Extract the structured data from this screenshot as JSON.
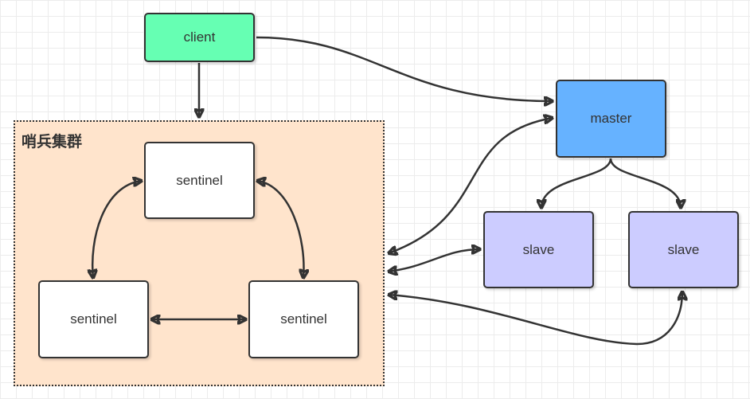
{
  "diagram": {
    "group": {
      "label": "哨兵集群",
      "fill": "#ffe4cc"
    },
    "nodes": {
      "client": {
        "label": "client",
        "fill": "#66ffb3"
      },
      "master": {
        "label": "master",
        "fill": "#66b2ff"
      },
      "slave1": {
        "label": "slave",
        "fill": "#ccccff"
      },
      "slave2": {
        "label": "slave",
        "fill": "#ccccff"
      },
      "sentinel_top": {
        "label": "sentinel",
        "fill": "#ffffff"
      },
      "sentinel_left": {
        "label": "sentinel",
        "fill": "#ffffff"
      },
      "sentinel_right": {
        "label": "sentinel",
        "fill": "#ffffff"
      }
    },
    "edges": [
      {
        "from": "client",
        "to": "sentinel_group",
        "direction": "forward"
      },
      {
        "from": "client",
        "to": "master",
        "direction": "forward"
      },
      {
        "from": "sentinel_group",
        "to": "master",
        "direction": "both"
      },
      {
        "from": "sentinel_group",
        "to": "slave1",
        "direction": "both"
      },
      {
        "from": "sentinel_group",
        "to": "slave2",
        "direction": "both"
      },
      {
        "from": "master",
        "to": "slave1",
        "direction": "forward"
      },
      {
        "from": "master",
        "to": "slave2",
        "direction": "forward"
      },
      {
        "from": "sentinel_top",
        "to": "sentinel_left",
        "direction": "both"
      },
      {
        "from": "sentinel_top",
        "to": "sentinel_right",
        "direction": "both"
      },
      {
        "from": "sentinel_left",
        "to": "sentinel_right",
        "direction": "both"
      }
    ]
  }
}
